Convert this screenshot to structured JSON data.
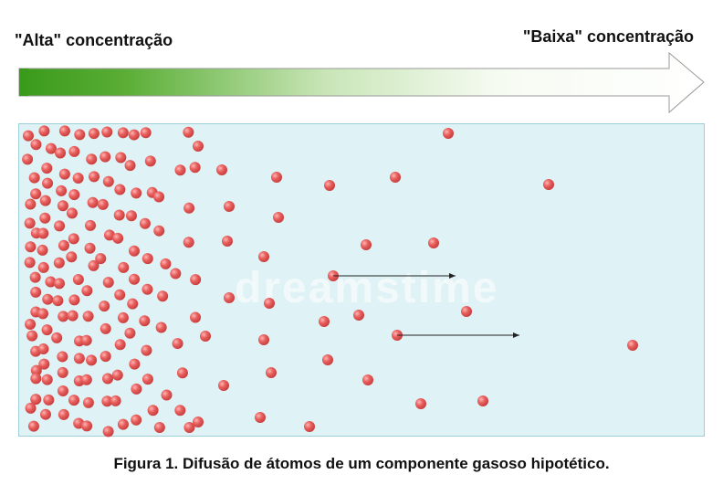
{
  "labels": {
    "high": "\"Alta\" concentração",
    "low": "\"Baixa\" concentração"
  },
  "gradient_arrow": {
    "from_color": "#3a9a1a",
    "to_color": "#ffffff"
  },
  "chamber": {
    "background_color": "#dff2f5",
    "particle_color": "#e0585a",
    "watermark": "dreamstime"
  },
  "caption": "Figura 1. Difusão de átomos de um componente gasoso hipotético."
}
